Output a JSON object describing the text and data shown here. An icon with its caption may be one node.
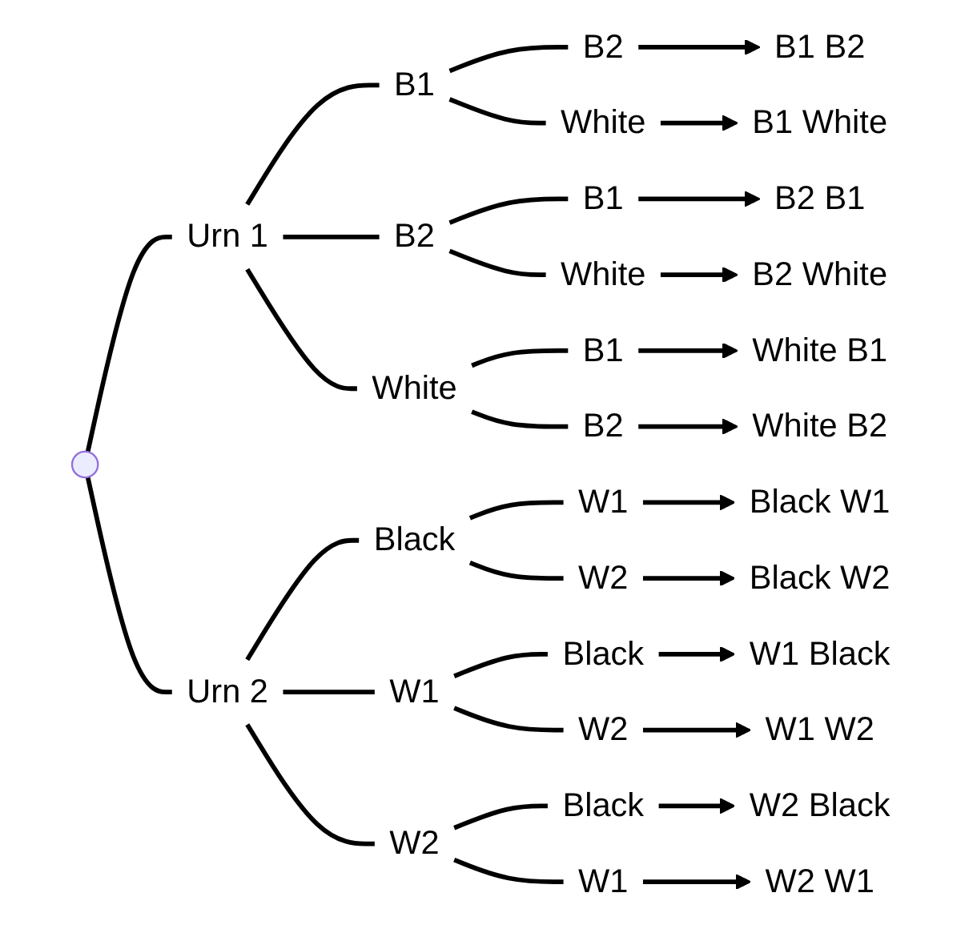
{
  "diagram": {
    "nodes": [
      {
        "text": [
          "Urn 1"
        ]
      },
      {
        "text": [
          "B1"
        ]
      },
      {
        "text": [
          "B2"
        ]
      },
      {
        "text": [
          "B1 B2"
        ]
      },
      {
        "text": [
          "White"
        ]
      },
      {
        "text": [
          "B1 White"
        ]
      },
      {
        "text": [
          "B2"
        ]
      },
      {
        "text": [
          "B1"
        ]
      },
      {
        "text": [
          "B2 B1"
        ]
      },
      {
        "text": [
          "White"
        ]
      },
      {
        "text": [
          "B2 White"
        ]
      },
      {
        "text": [
          "White"
        ]
      },
      {
        "text": [
          "B1"
        ]
      },
      {
        "text": [
          "White B1"
        ]
      },
      {
        "text": [
          "B2"
        ]
      },
      {
        "text": [
          "White B2"
        ]
      },
      {
        "text": [
          "Urn 2"
        ]
      },
      {
        "text": [
          "Black"
        ]
      },
      {
        "text": [
          "W1"
        ]
      },
      {
        "text": [
          "Black W1"
        ]
      },
      {
        "text": [
          "W2"
        ]
      },
      {
        "text": [
          "Black W2"
        ]
      },
      {
        "text": [
          "W1"
        ]
      },
      {
        "text": [
          "Black"
        ]
      },
      {
        "text": [
          "W1 Black"
        ]
      },
      {
        "text": [
          "W2"
        ]
      },
      {
        "text": [
          "W1 W2"
        ]
      },
      {
        "text": [
          "W2"
        ]
      },
      {
        "text": [
          "Black"
        ]
      },
      {
        "text": [
          "W2 Black"
        ]
      },
      {
        "text": [
          "W1"
        ]
      },
      {
        "text": [
          "W2 W1"
        ]
      }
    ],
    "edges": [
      {
        "from": null,
        "to": 0,
        "arrow": "none"
      },
      {
        "from": null,
        "to": 16,
        "arrow": "none"
      },
      {
        "from": 0,
        "to": 1,
        "arrow": "none"
      },
      {
        "from": 0,
        "to": 6,
        "arrow": "none"
      },
      {
        "from": 0,
        "to": 11,
        "arrow": "none"
      },
      {
        "from": 1,
        "to": 2,
        "arrow": "none"
      },
      {
        "from": 1,
        "to": 4,
        "arrow": "none"
      },
      {
        "from": 2,
        "to": 3,
        "arrow": "to"
      },
      {
        "from": 4,
        "to": 5,
        "arrow": "to"
      },
      {
        "from": 6,
        "to": 7,
        "arrow": "none"
      },
      {
        "from": 6,
        "to": 9,
        "arrow": "none"
      },
      {
        "from": 7,
        "to": 8,
        "arrow": "to"
      },
      {
        "from": 9,
        "to": 10,
        "arrow": "to"
      },
      {
        "from": 11,
        "to": 12,
        "arrow": "none"
      },
      {
        "from": 11,
        "to": 14,
        "arrow": "none"
      },
      {
        "from": 12,
        "to": 13,
        "arrow": "to"
      },
      {
        "from": 14,
        "to": 15,
        "arrow": "to"
      },
      {
        "from": 16,
        "to": 17,
        "arrow": "none"
      },
      {
        "from": 16,
        "to": 22,
        "arrow": "none"
      },
      {
        "from": 16,
        "to": 27,
        "arrow": "none"
      },
      {
        "from": 17,
        "to": 18,
        "arrow": "none"
      },
      {
        "from": 17,
        "to": 20,
        "arrow": "none"
      },
      {
        "from": 18,
        "to": 19,
        "arrow": "to"
      },
      {
        "from": 20,
        "to": 21,
        "arrow": "to"
      },
      {
        "from": 22,
        "to": 23,
        "arrow": "none"
      },
      {
        "from": 22,
        "to": 25,
        "arrow": "none"
      },
      {
        "from": 23,
        "to": 24,
        "arrow": "to"
      },
      {
        "from": 25,
        "to": 26,
        "arrow": "to"
      },
      {
        "from": 27,
        "to": 28,
        "arrow": "none"
      },
      {
        "from": 27,
        "to": 30,
        "arrow": "none"
      },
      {
        "from": 28,
        "to": 29,
        "arrow": "to"
      },
      {
        "from": 30,
        "to": 31,
        "arrow": "to"
      }
    ]
  }
}
